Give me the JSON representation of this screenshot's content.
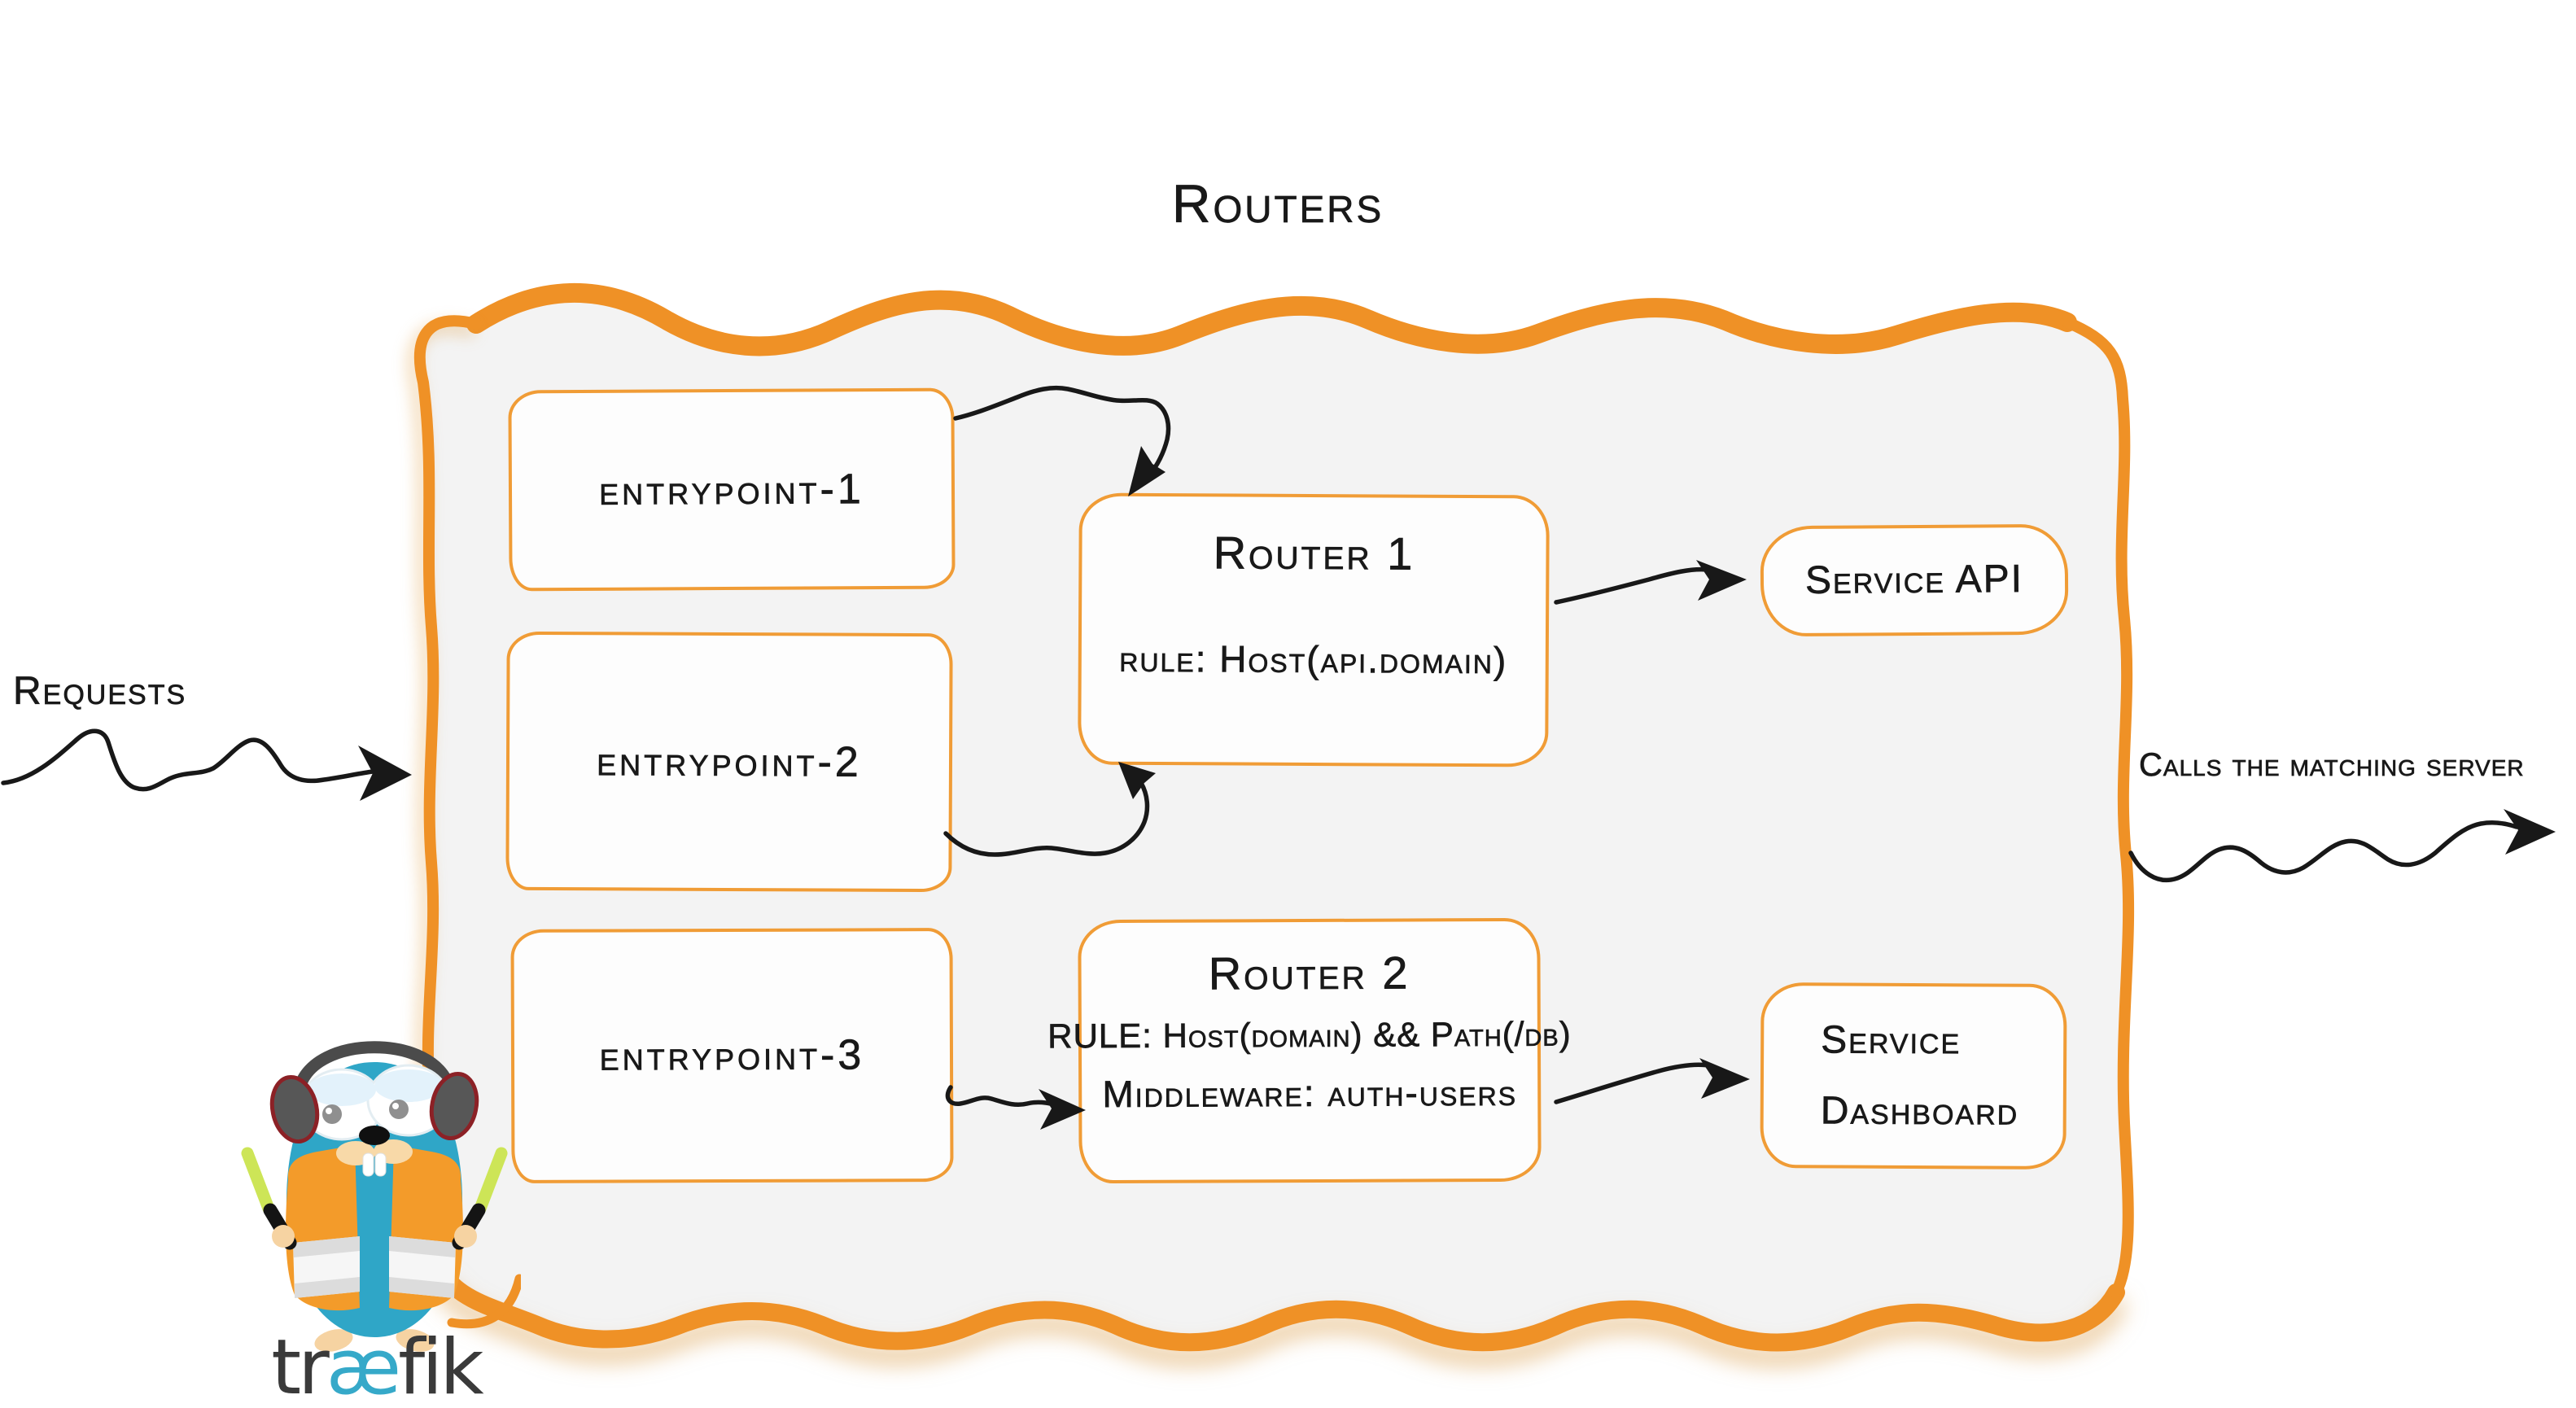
{
  "title": "Routers",
  "outside": {
    "requests_label": "Requests",
    "calls_label": "Calls the matching server"
  },
  "entrypoints": [
    {
      "label": "entrypoint-1"
    },
    {
      "label": "entrypoint-2"
    },
    {
      "label": "entrypoint-3"
    }
  ],
  "routers": [
    {
      "title": "Router 1",
      "rule": "rule: Host(api.domain)"
    },
    {
      "title": "Router 2",
      "rule": "RULE: Host(domain) && Path(/db)",
      "middleware": "Middleware: auth-users"
    }
  ],
  "services": [
    {
      "lines": [
        "Service API"
      ]
    },
    {
      "lines": [
        "Service",
        "Dashboard"
      ]
    }
  ],
  "logo": {
    "word_start": "tr",
    "word_mid": "æ",
    "word_end": "fik"
  },
  "icons": {
    "panel": "hand-drawn-orange-frame",
    "arrows": "black-squiggle-arrow",
    "mascot": "traefik-gopher-logo"
  },
  "colors": {
    "brand_orange": "#ef9126",
    "box_border": "#f09c36",
    "panel_fill": "#f3f3f3",
    "ink": "#191919",
    "logo_teal": "#36a9c9",
    "gopher_blue": "#2fa6c7",
    "vest_orange": "#f39b2a",
    "stick_green": "#cde557"
  }
}
